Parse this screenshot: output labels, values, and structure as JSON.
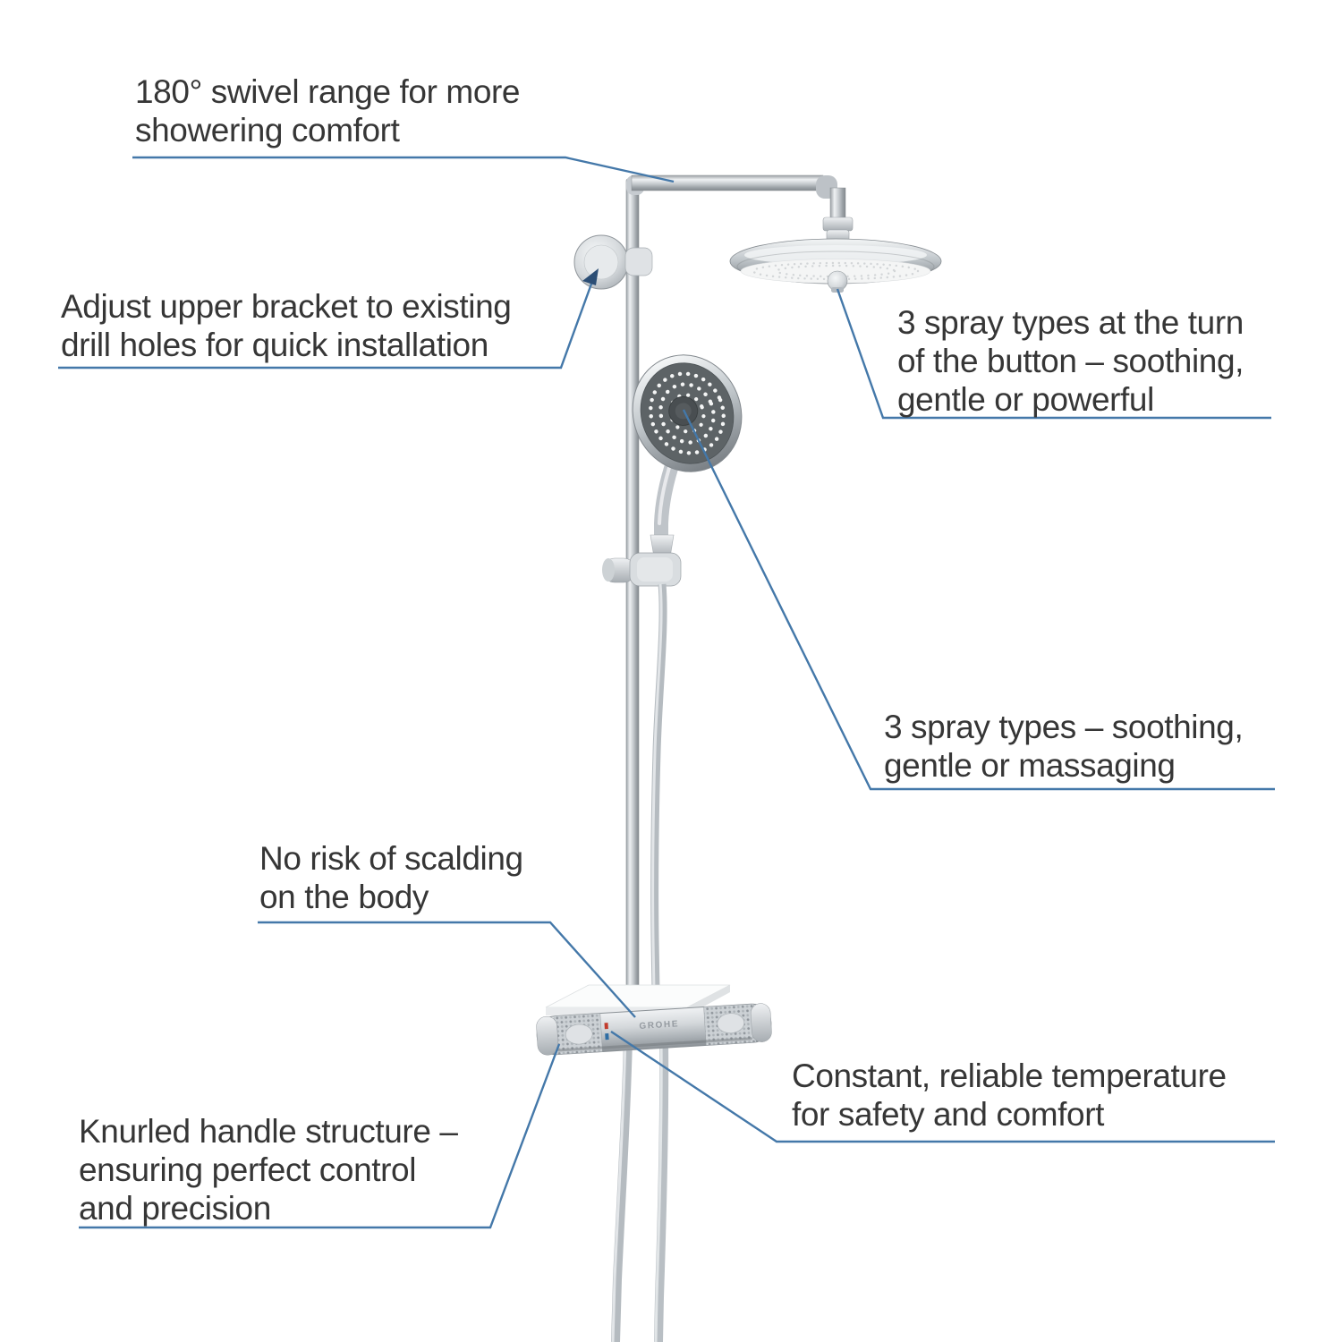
{
  "page": {
    "background": "#ffffff"
  },
  "colors": {
    "page_bg": "#ffffff",
    "text_color": "#363636",
    "leader_line": "#4478a9",
    "leader_dark": "#2c4e75",
    "chrome_light": "#f2f4f6",
    "chrome_mid": "#c6cbd0",
    "chrome_dark": "#8f959a",
    "handheld_face": "#5d6366",
    "hot_marker": "#c23b2c",
    "cold_marker": "#2e6da4"
  },
  "product": {
    "name": "thermostatic shower system",
    "brand_mark": "GROHE"
  },
  "callouts": [
    {
      "id": "swivel-range",
      "text": "180° swivel range for more\nshowering comfort"
    },
    {
      "id": "upper-bracket",
      "text": "Adjust upper bracket to existing\ndrill holes for quick installation"
    },
    {
      "id": "head-spray-types",
      "text": "3 spray types at the turn\nof the button – soothing,\ngentle or powerful"
    },
    {
      "id": "hand-spray-types",
      "text": "3 spray types – soothing,\ngentle or massaging"
    },
    {
      "id": "no-scalding",
      "text": "No risk of scalding\non the body"
    },
    {
      "id": "constant-temperature",
      "text": "Constant, reliable temperature\nfor safety and comfort"
    },
    {
      "id": "knurled-handle",
      "text": "Knurled handle structure –\nensuring perfect control\nand precision"
    }
  ]
}
